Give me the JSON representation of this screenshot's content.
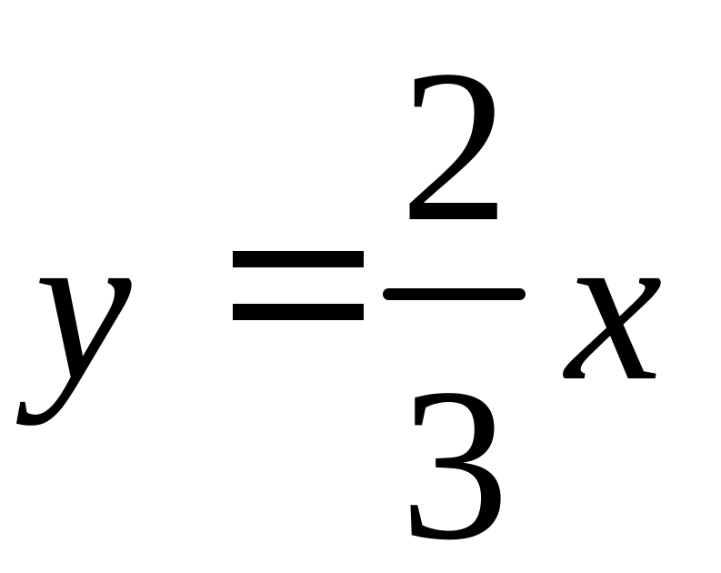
{
  "equation": {
    "lhs_variable": "y",
    "operator": "=",
    "numerator": "2",
    "denominator": "3",
    "rhs_variable": "x"
  }
}
